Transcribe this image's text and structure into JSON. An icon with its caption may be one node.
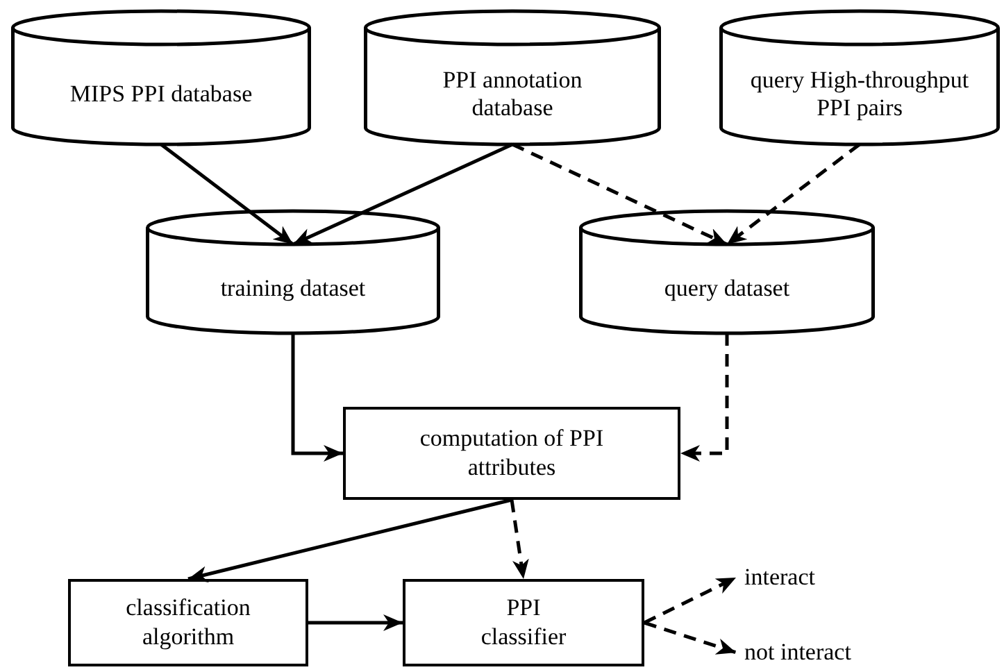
{
  "diagram": {
    "nodes": [
      {
        "text": [
          "MIPS PPI database"
        ]
      },
      {
        "text": [
          "PPI annotation database"
        ]
      },
      {
        "text": [
          "query High-throughput PPI pairs"
        ]
      },
      {
        "text": [
          "training dataset"
        ]
      },
      {
        "text": [
          "query dataset"
        ]
      },
      {
        "text": [
          "computation of PPI attributes"
        ]
      },
      {
        "text": [
          "classification algorithm"
        ]
      },
      {
        "text": [
          "PPI classifier"
        ]
      },
      {
        "text": [
          "interact"
        ]
      },
      {
        "text": [
          "not interact"
        ]
      }
    ],
    "edges": [
      {
        "from": 0,
        "to": 3,
        "arrow": "to"
      },
      {
        "from": 1,
        "to": 3,
        "arrow": "to"
      },
      {
        "from": 1,
        "to": 4,
        "arrow": "to",
        "style": "dashed"
      },
      {
        "from": 2,
        "to": 4,
        "arrow": "to",
        "style": "dashed"
      },
      {
        "from": 3,
        "to": 5,
        "arrow": "to"
      },
      {
        "from": 4,
        "to": 5,
        "arrow": "to",
        "style": "dashed"
      },
      {
        "from": 5,
        "to": 6,
        "arrow": "to"
      },
      {
        "from": 5,
        "to": 7,
        "arrow": "to",
        "style": "dashed"
      },
      {
        "from": 6,
        "to": 7,
        "arrow": "to"
      },
      {
        "from": 7,
        "to": 8,
        "arrow": "to",
        "style": "dashed"
      },
      {
        "from": 7,
        "to": 9,
        "arrow": "to",
        "style": "dashed"
      }
    ]
  }
}
